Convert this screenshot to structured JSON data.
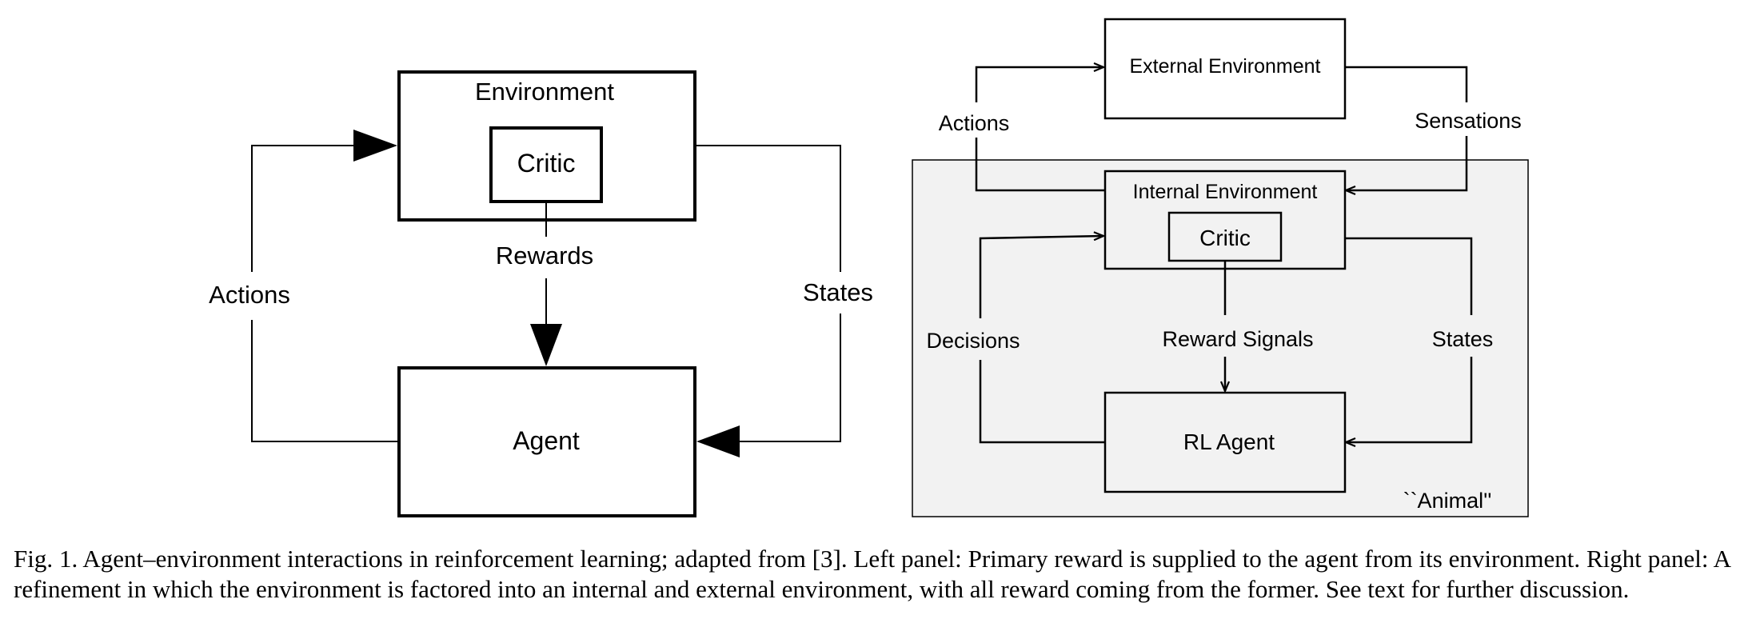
{
  "left_panel": {
    "environment": "Environment",
    "critic": "Critic",
    "rewards": "Rewards",
    "actions": "Actions",
    "states": "States",
    "agent": "Agent"
  },
  "right_panel": {
    "external_environment": "External Environment",
    "actions": "Actions",
    "sensations": "Sensations",
    "internal_environment": "Internal Environment",
    "critic": "Critic",
    "decisions": "Decisions",
    "reward_signals": "Reward Signals",
    "states": "States",
    "rl_agent": "RL Agent",
    "animal": "``Animal''",
    "animal_fill": "#f2f2f2"
  },
  "caption": "Fig. 1.   Agent–environment interactions in reinforcement learning; adapted from [3]. Left panel: Primary reward is supplied to the agent from its environment. Right panel: A refinement in which the environment is factored into an internal and external environment, with all reward coming from the former. See text for further discussion."
}
